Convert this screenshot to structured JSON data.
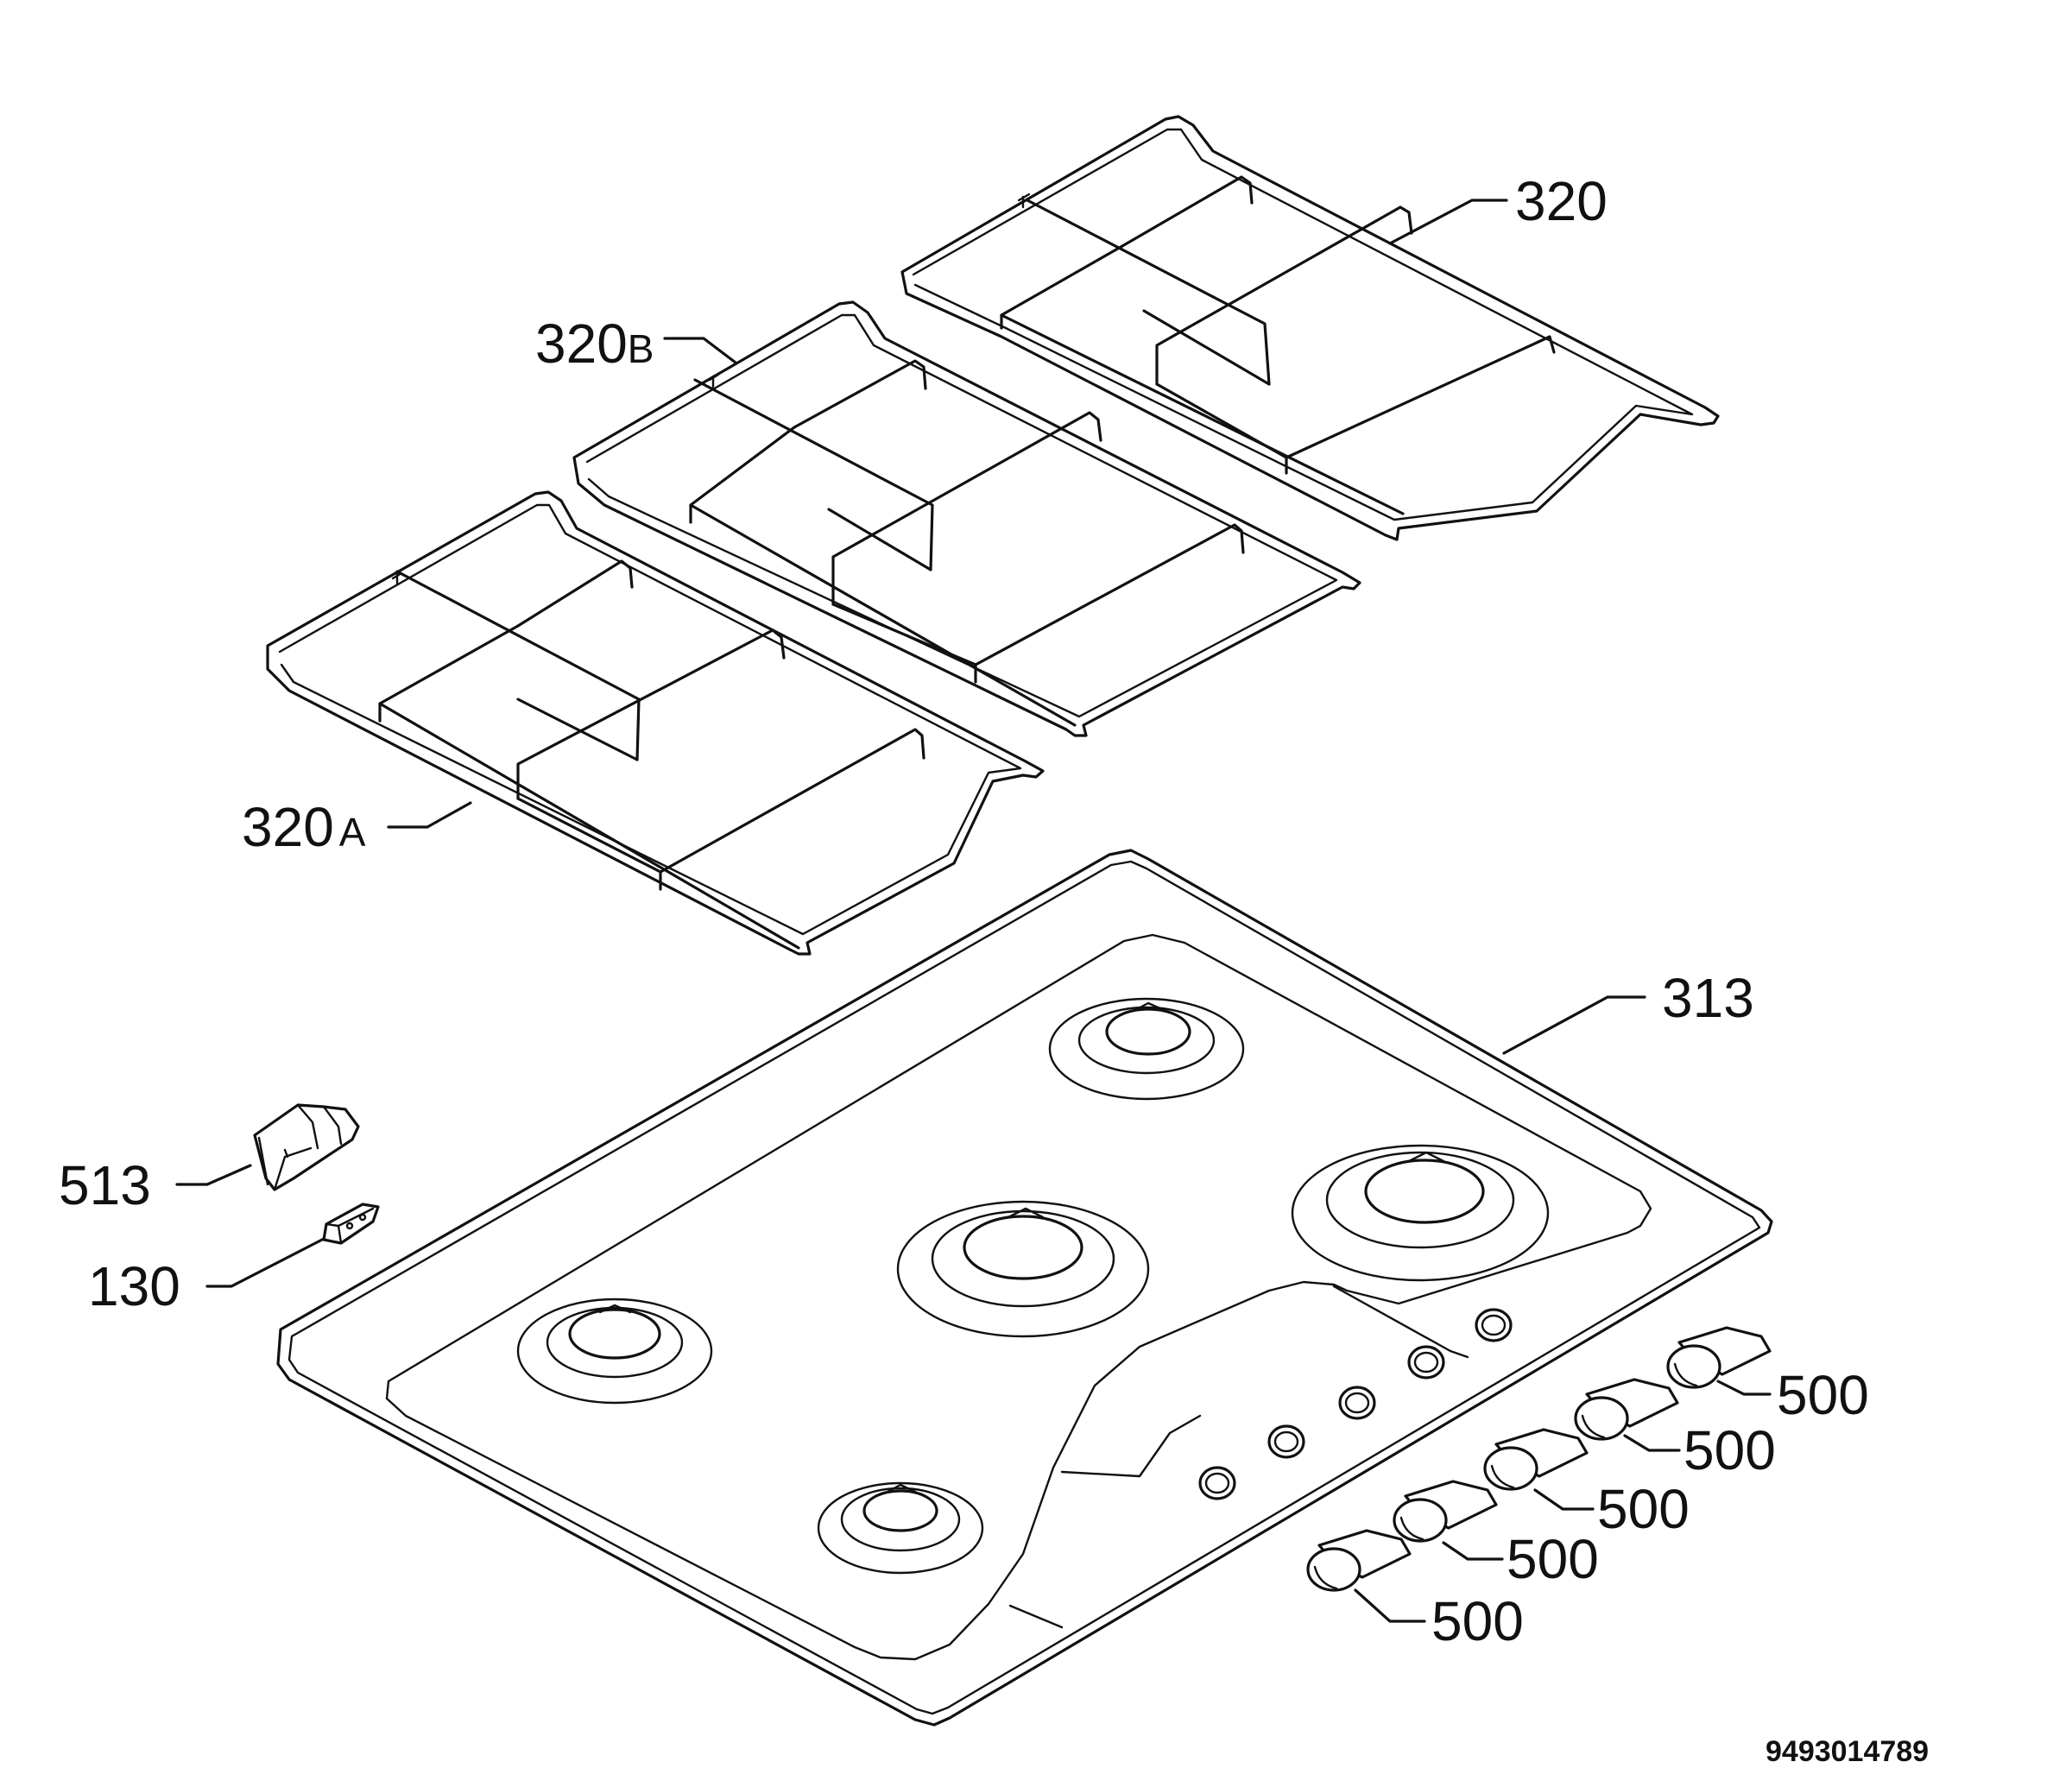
{
  "labels": {
    "grid_right": "320",
    "grid_middle": "320",
    "grid_middle_suffix": "B",
    "grid_left": "320",
    "grid_left_suffix": "A",
    "hob_top": "313",
    "bracket": "513",
    "clip": "130",
    "knob_1": "500",
    "knob_2": "500",
    "knob_3": "500",
    "knob_4": "500",
    "knob_5": "500"
  },
  "document_number": "9493014789"
}
